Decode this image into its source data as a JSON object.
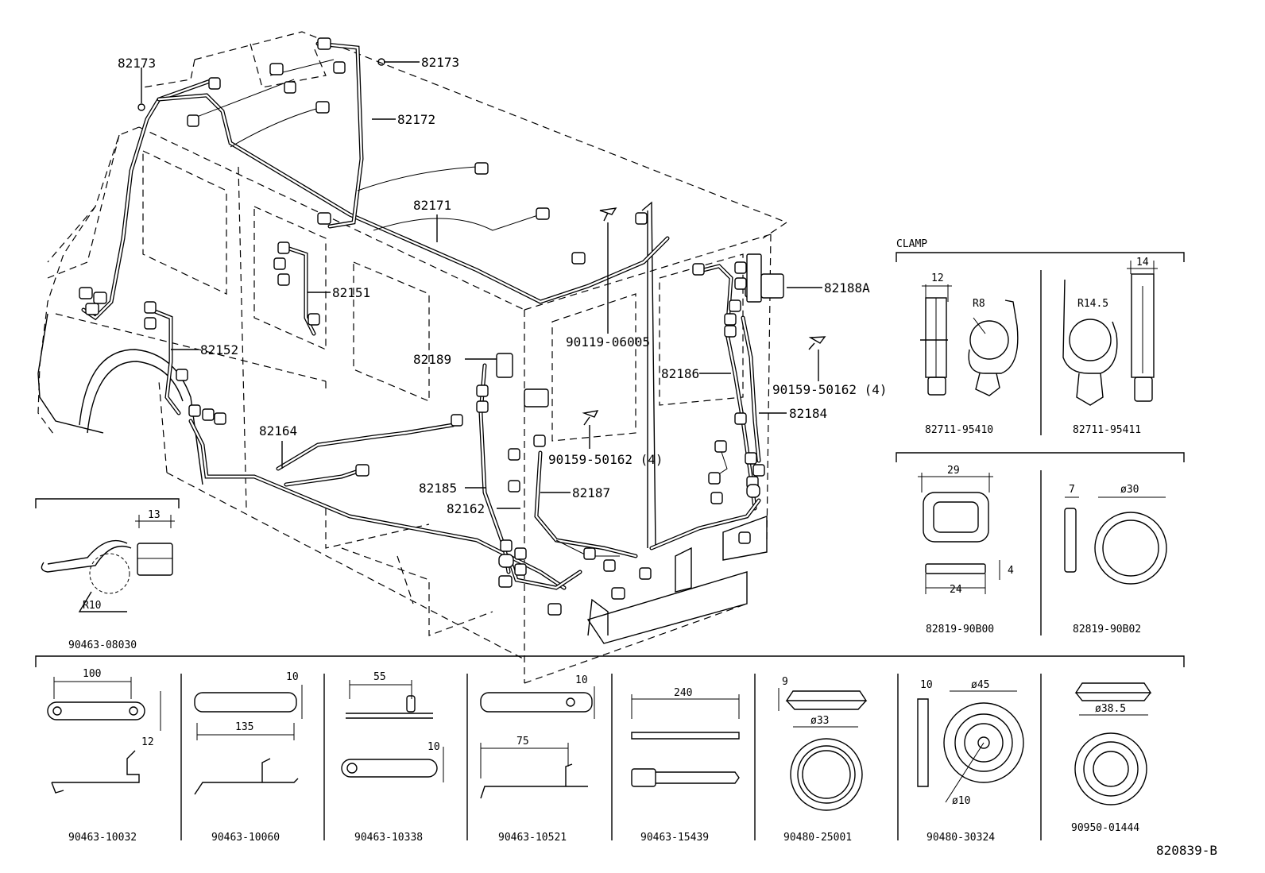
{
  "diagram_code": "820839-B",
  "main_labels": {
    "p82173a": "82173",
    "p82173b": "82173",
    "p82172": "82172",
    "p82171": "82171",
    "p82151": "82151",
    "p82152": "82152",
    "p82188a": "82188A",
    "p90119": "90119-06005",
    "p82189": "82189",
    "p82186": "82186",
    "p90159a": "90159-50162 (4)",
    "p82184": "82184",
    "p82164": "82164",
    "p90159b": "90159-50162 (4)",
    "p82185": "82185",
    "p82187": "82187",
    "p82162": "82162"
  },
  "clamp": {
    "title": "CLAMP",
    "c1": {
      "part": "82711-95410",
      "width": "12",
      "radius": "R8"
    },
    "c2": {
      "part": "82711-95411",
      "width": "14",
      "radius": "R14.5"
    }
  },
  "grommets": {
    "g1": {
      "part": "82819-90B00",
      "top": "29",
      "bottom": "24",
      "height": "4"
    },
    "g2": {
      "part": "82819-90B02",
      "thick": "7",
      "dia": "ø30"
    }
  },
  "clip_left": {
    "part": "90463-08030",
    "width": "13",
    "radius": "R10"
  },
  "bottom_row": [
    {
      "part": "90463-10032",
      "d1": "100",
      "d2": "12"
    },
    {
      "part": "90463-10060",
      "d1": "10",
      "d2": "135"
    },
    {
      "part": "90463-10338",
      "d1": "55",
      "d2": "10"
    },
    {
      "part": "90463-10521",
      "d1": "10",
      "d2": "75"
    },
    {
      "part": "90463-15439",
      "d1": "240"
    },
    {
      "part": "90480-25001",
      "d1": "9",
      "d2": "ø33"
    },
    {
      "part": "90480-30324",
      "d1": "10",
      "d2": "ø45",
      "d3": "ø10"
    },
    {
      "part": "90950-01444",
      "d1": "ø38.5"
    }
  ]
}
